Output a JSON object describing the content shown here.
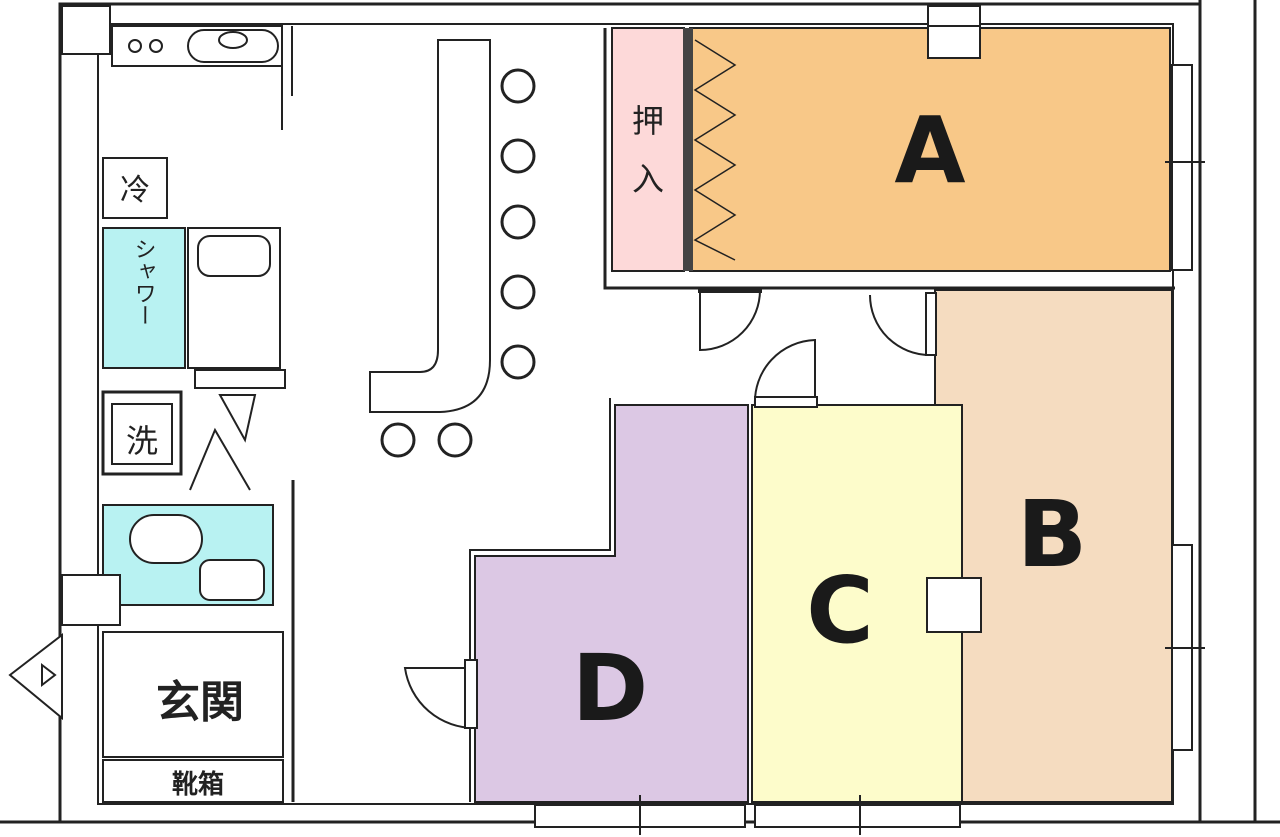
{
  "rooms": {
    "A": {
      "label": "A",
      "color": "#f8c888"
    },
    "B": {
      "label": "B",
      "color": "#f5dcc0"
    },
    "C": {
      "label": "C",
      "color": "#fdfccb"
    },
    "D": {
      "label": "D",
      "color": "#dcc8e4"
    }
  },
  "closet": {
    "label_top": "押",
    "label_bottom": "入",
    "color": "#fdd9d9"
  },
  "fridge": {
    "label": "冷"
  },
  "shower": {
    "label": "シャワー",
    "color": "#b8f2f2"
  },
  "washer": {
    "label": "洗"
  },
  "toilet": {
    "color": "#b8f2f2"
  },
  "entrance": {
    "label": "玄関"
  },
  "shoe_box": {
    "label": "靴箱"
  }
}
